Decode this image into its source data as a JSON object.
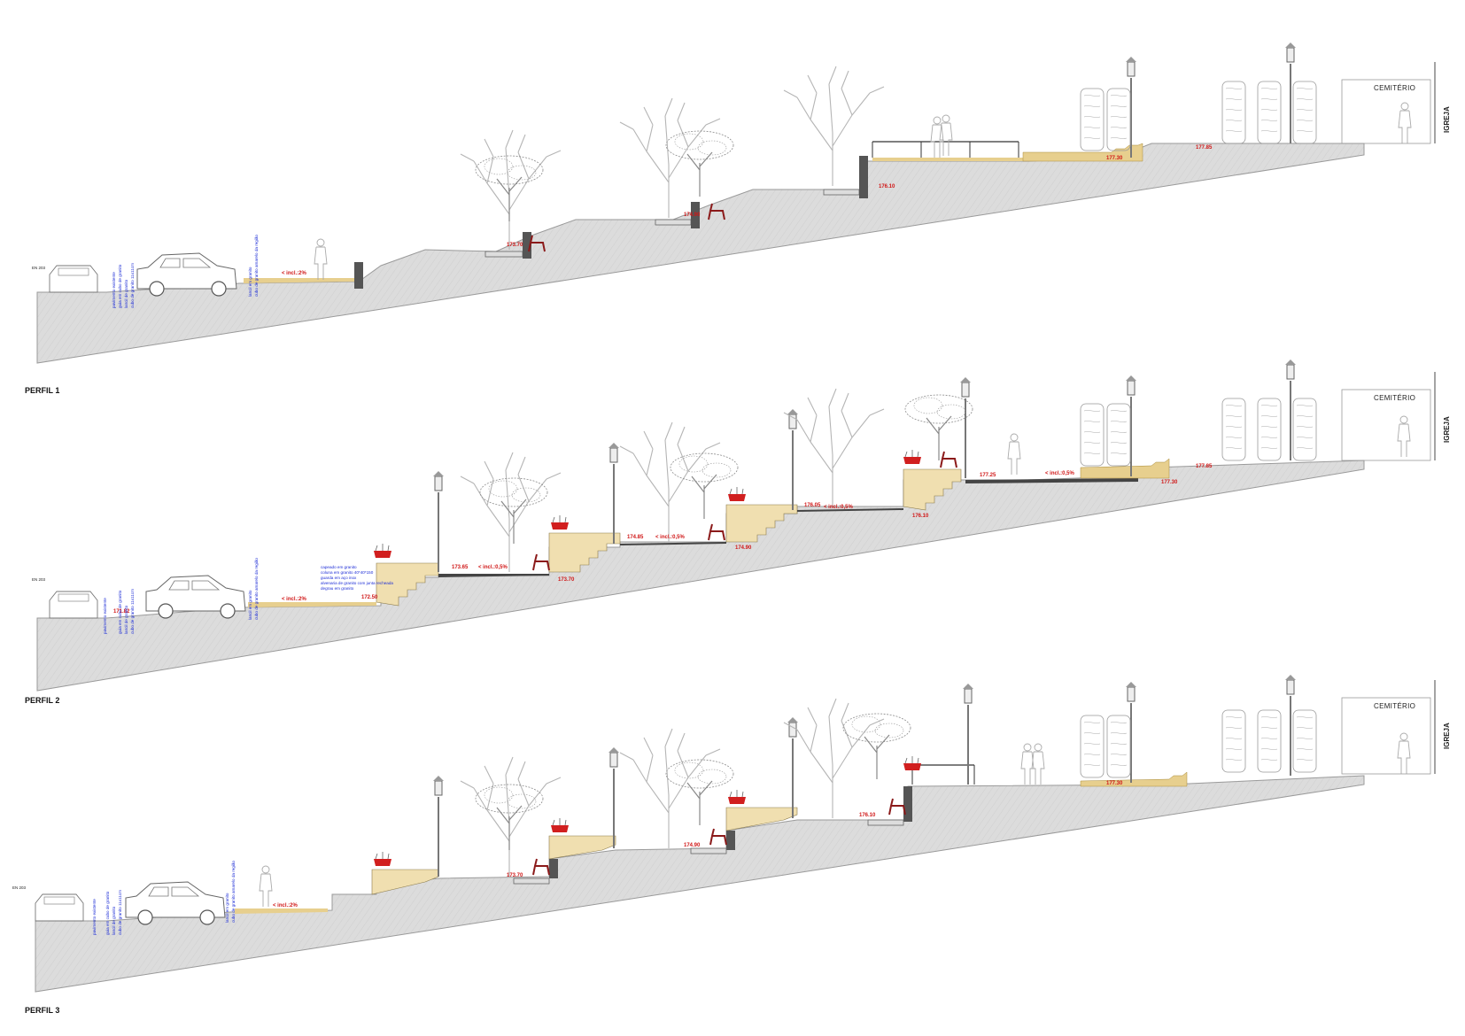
{
  "road_label": "EN 203",
  "buildings": {
    "cemetery": "CEMITÉRIO",
    "church": "IGREJA"
  },
  "profiles": [
    {
      "title": "PERFIL 1",
      "slopes": [
        "< incl.:2%"
      ],
      "elevations": [
        "173.70",
        "174.90",
        "176.10",
        "177.30",
        "177.85"
      ],
      "notes": [
        "pavimento existente",
        "guia em cubo de granito",
        "lancil de granito",
        "cubo de granito 11x11cm",
        "lancil em granito",
        "cubo de granito amarelo da região"
      ]
    },
    {
      "title": "PERFIL 2",
      "slopes": [
        "< incl.:2%",
        "< incl.:0,5%",
        "< incl.:0,5%",
        "< incl.:0,5%",
        "< incl.:0,5%"
      ],
      "elevations": [
        "171.82",
        "172.50",
        "173.65",
        "173.70",
        "174.85",
        "174.90",
        "176.05",
        "176.10",
        "177.25",
        "177.30",
        "177.85"
      ],
      "notes": [
        "pavimento existente",
        "guia em cubo de granito",
        "lancil de granito",
        "cubo de granito 11x11cm",
        "lancil em granito",
        "cubo de granito amarelo da região"
      ],
      "wall_notes": [
        "capeado em granito",
        "coluna em granito 40*40*150",
        "guarda em aço inox",
        "alvenaria de granito com junta recheada",
        "degrau em granito"
      ]
    },
    {
      "title": "PERFIL 3",
      "slopes": [
        "< incl.:2%"
      ],
      "elevations": [
        "173.70",
        "174.90",
        "176.10",
        "177.30"
      ],
      "notes": [
        "pavimento existente",
        "guia em cubo de granito",
        "lancil de granito",
        "cubo de granito 11x11cm",
        "lancil em granito",
        "cubo de granito amarelo da região"
      ]
    }
  ],
  "colors": {
    "ground": "#d9d9d9",
    "ground_line": "#9a9a9a",
    "paving": "#e7cf8e",
    "stone": "#f0dfb0",
    "elevation_text": "#d01616",
    "note_text": "#1b2bd6"
  }
}
